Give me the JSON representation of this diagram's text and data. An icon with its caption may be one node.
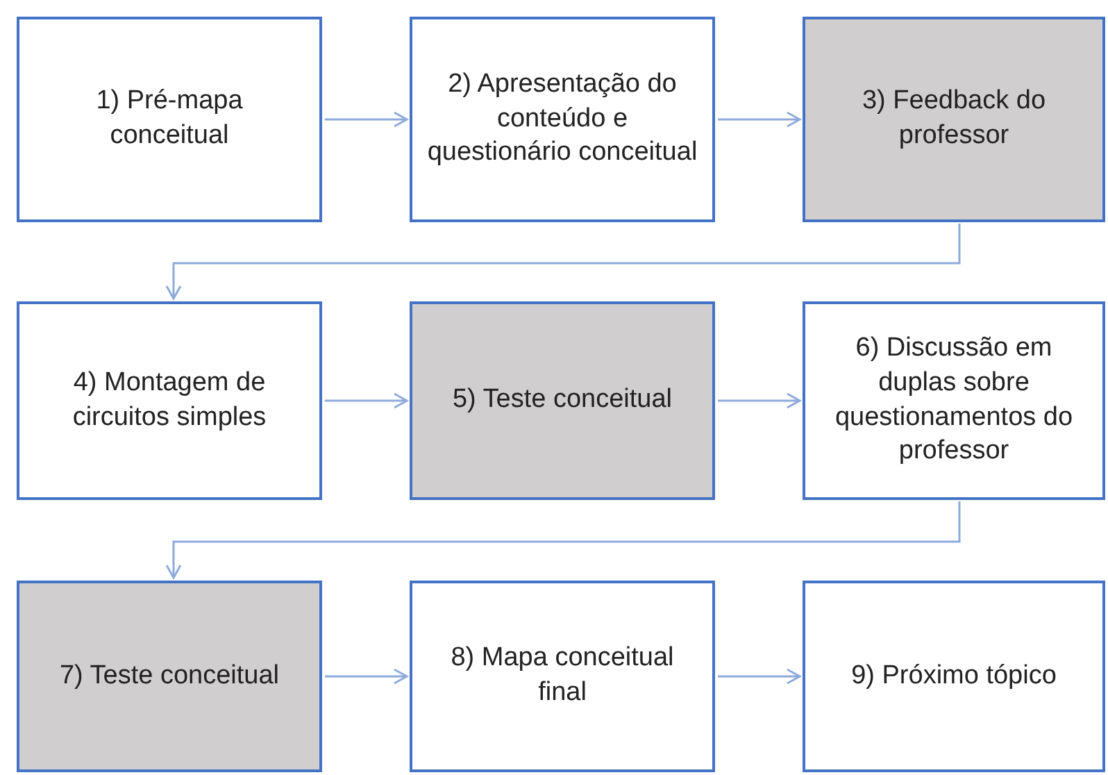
{
  "diagram": {
    "nodes": [
      {
        "text": [
          "1) Pré-mapa conceitual"
        ]
      },
      {
        "text": [
          "2) Apresentação do conteúdo e questionário conceitual"
        ]
      },
      {
        "text": [
          "3) Feedback do professor"
        ]
      },
      {
        "text": [
          "4) Montagem de circuitos simples"
        ]
      },
      {
        "text": [
          "5) Teste conceitual"
        ]
      },
      {
        "text": [
          "6) Discussão em duplas sobre questionamentos do professor"
        ]
      },
      {
        "text": [
          "7) Teste conceitual"
        ]
      },
      {
        "text": [
          "8) Mapa conceitual final"
        ]
      },
      {
        "text": [
          "9) Próximo tópico"
        ]
      }
    ],
    "edges": [
      {
        "from": 0,
        "to": 1,
        "arrow": "to"
      },
      {
        "from": 1,
        "to": 2,
        "arrow": "to"
      },
      {
        "from": 2,
        "to": 3,
        "arrow": "to"
      },
      {
        "from": 3,
        "to": 4,
        "arrow": "to"
      },
      {
        "from": 4,
        "to": 5,
        "arrow": "to"
      },
      {
        "from": 5,
        "to": 6,
        "arrow": "to"
      },
      {
        "from": 6,
        "to": 7,
        "arrow": "to"
      },
      {
        "from": 7,
        "to": 8,
        "arrow": "to"
      }
    ]
  }
}
